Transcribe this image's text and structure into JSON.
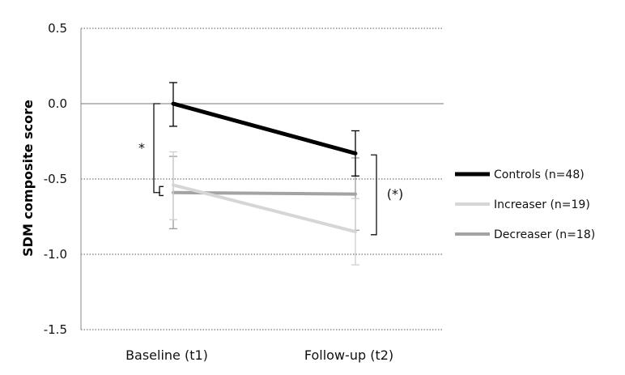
{
  "chart_data": {
    "type": "line",
    "title": "",
    "ylabel": "SDM composite score",
    "xlabel": "",
    "categories": [
      "Baseline (t1)",
      "Follow-up (t2)"
    ],
    "ylim": [
      -1.5,
      0.5
    ],
    "yticks": [
      0.5,
      0.0,
      -0.5,
      -1.0,
      -1.5
    ],
    "ytick_labels": [
      "0.5",
      "0.0",
      "-0.5",
      "-1.0",
      "-1.5"
    ],
    "grid": "dotted horizontal at 0.5, -0.5, -1.0, -1.5; solid line at 0.0",
    "legend_position": "right",
    "series": [
      {
        "name": "Controls  (n=48)",
        "color": "#000000",
        "values": [
          0.0,
          -0.33
        ],
        "error_low": [
          -0.15,
          -0.48
        ],
        "error_high": [
          0.14,
          -0.18
        ]
      },
      {
        "name": "Increaser (n=19)",
        "color": "#d6d6d6",
        "values": [
          -0.54,
          -0.85
        ],
        "error_low": [
          -0.77,
          -1.07
        ],
        "error_high": [
          -0.32,
          -0.63
        ]
      },
      {
        "name": "Decreaser (n=18)",
        "color": "#a3a3a3",
        "values": [
          -0.59,
          -0.6
        ],
        "error_low": [
          -0.83,
          -0.84
        ],
        "error_high": [
          -0.35,
          -0.36
        ]
      }
    ],
    "annotations": [
      {
        "text": "*",
        "note": "baseline: Controls vs patients"
      },
      {
        "text": "(*)",
        "note": "follow-up: Controls vs patients"
      }
    ]
  }
}
